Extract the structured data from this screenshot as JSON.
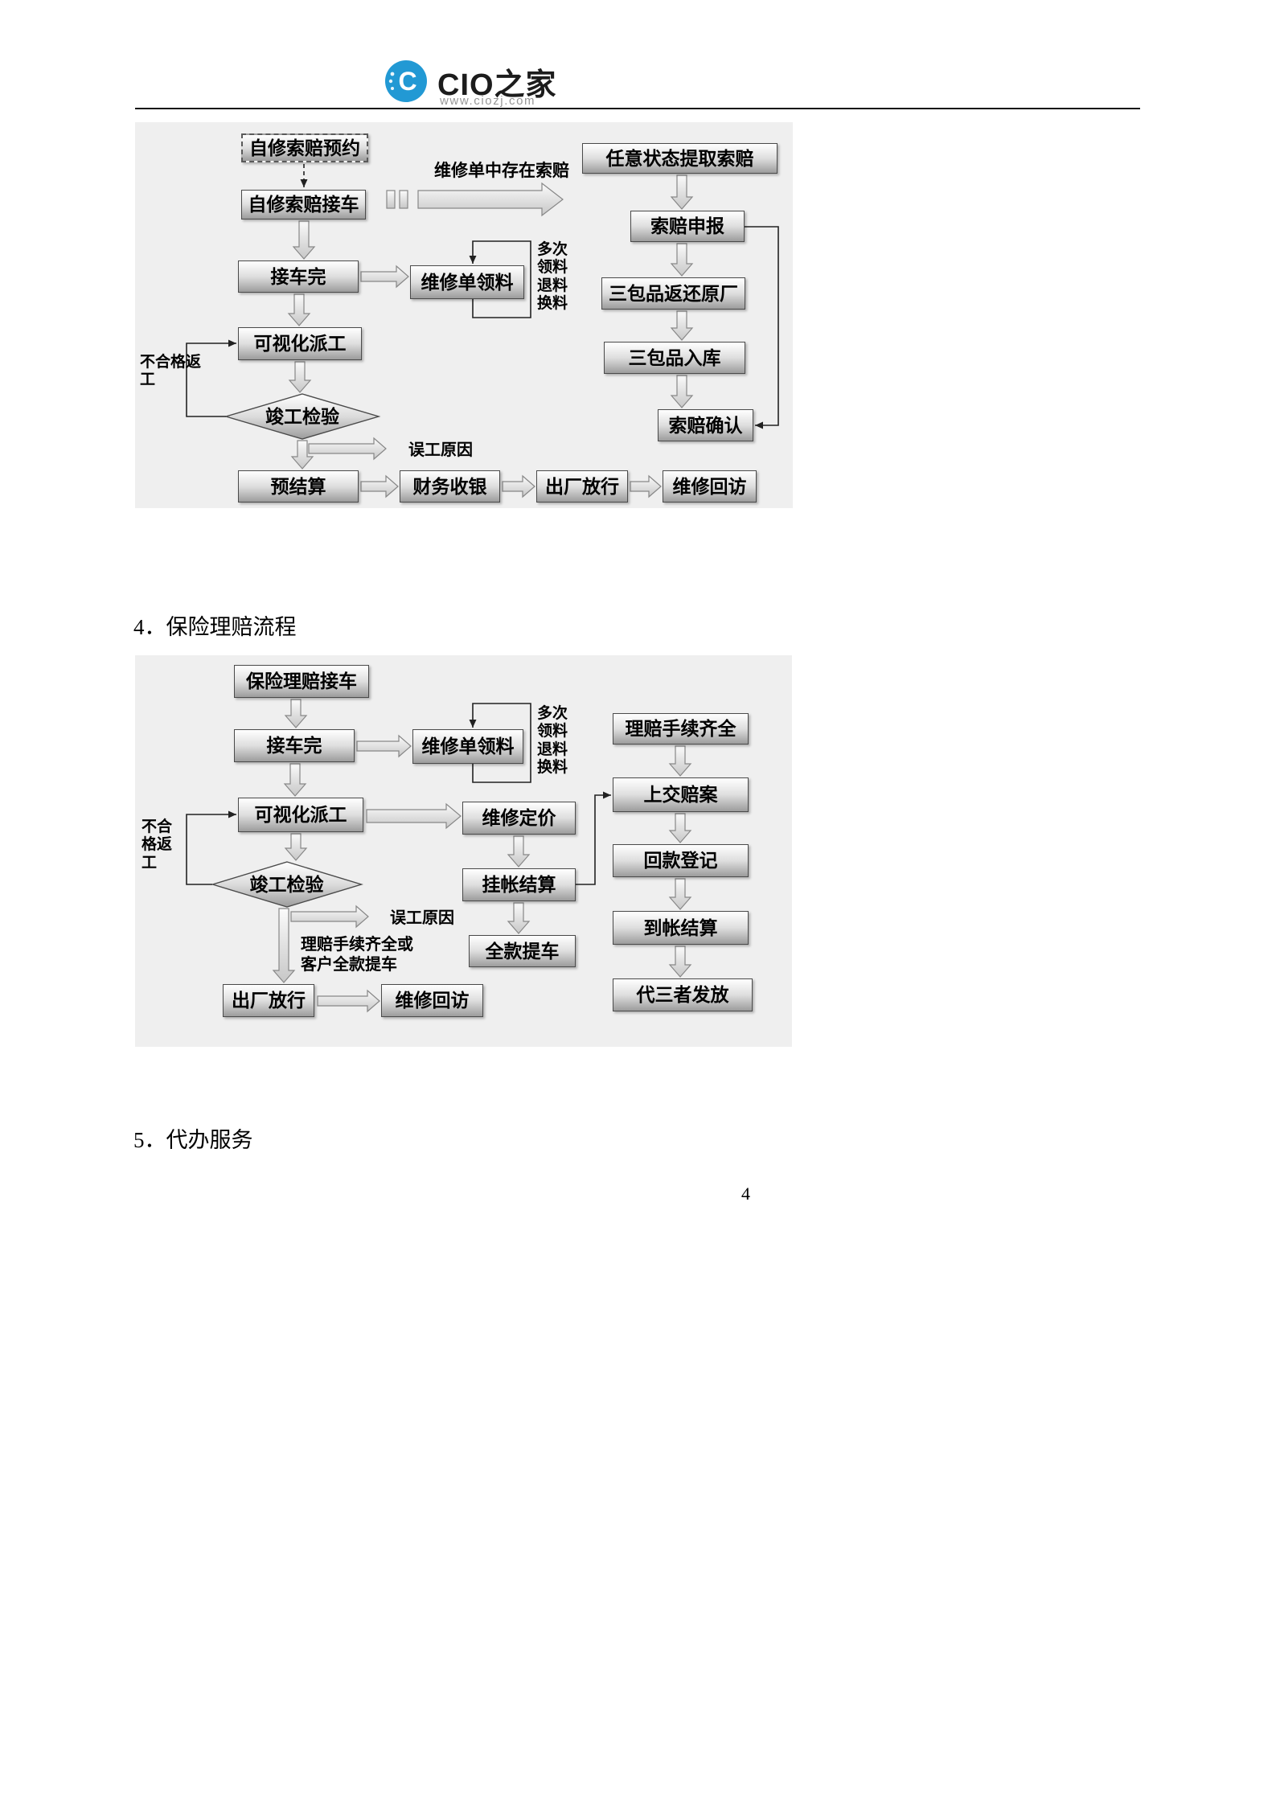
{
  "header": {
    "brand": "CIO之家",
    "url": "www.ciozj.com",
    "logo_icon": "circle-c-logo",
    "brand_color": "#2299d4"
  },
  "sections": {
    "insurance_claim": "4．保险理赔流程",
    "agency_service": "5．代办服务"
  },
  "footer": {
    "page_number": "4"
  },
  "diagram1": {
    "nodes": {
      "yuyue": "自修索赔预约",
      "jieche": "自修索赔接车",
      "jiechewan": "接车完",
      "lingliao": "维修单领料",
      "paigong": "可视化派工",
      "jianyan": "竣工检验",
      "yujiesuan": "预结算",
      "caiwu": "财务收银",
      "chuchang": "出厂放行",
      "huifang": "维修回访",
      "tiqu": "任意状态提取索赔",
      "shenbao": "索赔申报",
      "fanhuan": "三包品返还原厂",
      "ruku": "三包品入库",
      "queren": "索赔确认"
    },
    "labels": {
      "cunzai": "维修单中存在索赔",
      "duoci": "多次\n领料\n退料\n换料",
      "buhege": "不合格返\n工",
      "wugong": "误工原因"
    }
  },
  "diagram2": {
    "nodes": {
      "jieche": "保险理赔接车",
      "jiechewan": "接车完",
      "lingliao": "维修单领料",
      "paigong": "可视化派工",
      "dingjia": "维修定价",
      "jianyan": "竣工检验",
      "guazhang": "挂帐结算",
      "quankuan": "全款提车",
      "chuchang": "出厂放行",
      "huifang": "维修回访",
      "shouxu": "理赔手续齐全",
      "shangjiao": "上交赔案",
      "huikuan": "回款登记",
      "daozhang": "到帐结算",
      "daisanzhe": "代三者发放"
    },
    "labels": {
      "duoci": "多次\n领料\n退料\n换料",
      "buhege": "不合\n格返\n工",
      "wugong": "误工原因",
      "tishi": "理赔手续齐全或\n客户全款提车"
    }
  }
}
